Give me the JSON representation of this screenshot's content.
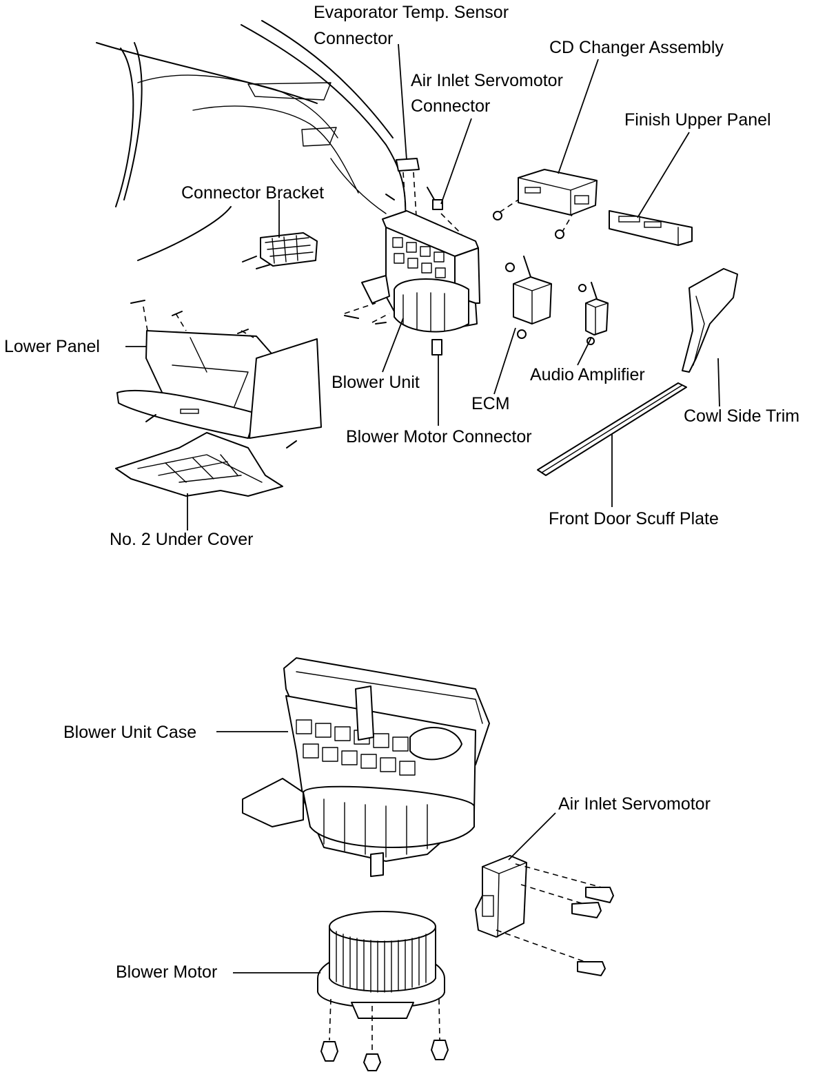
{
  "labels": {
    "evap_sensor_line1": "Evaporator Temp. Sensor",
    "evap_sensor_line2": "Connector",
    "cd_changer": "CD Changer Assembly",
    "air_inlet_conn_line1": "Air Inlet Servomotor",
    "air_inlet_conn_line2": "Connector",
    "finish_upper_panel": "Finish Upper Panel",
    "connector_bracket": "Connector Bracket",
    "lower_panel": "Lower Panel",
    "blower_unit": "Blower Unit",
    "ecm": "ECM",
    "audio_amplifier": "Audio Amplifier",
    "cowl_side_trim": "Cowl Side Trim",
    "blower_motor_connector": "Blower Motor Connector",
    "front_door_scuff_plate": "Front Door Scuff Plate",
    "no2_under_cover": "No. 2 Under Cover",
    "blower_unit_case": "Blower Unit Case",
    "air_inlet_servomotor": "Air Inlet Servomotor",
    "blower_motor": "Blower Motor"
  }
}
